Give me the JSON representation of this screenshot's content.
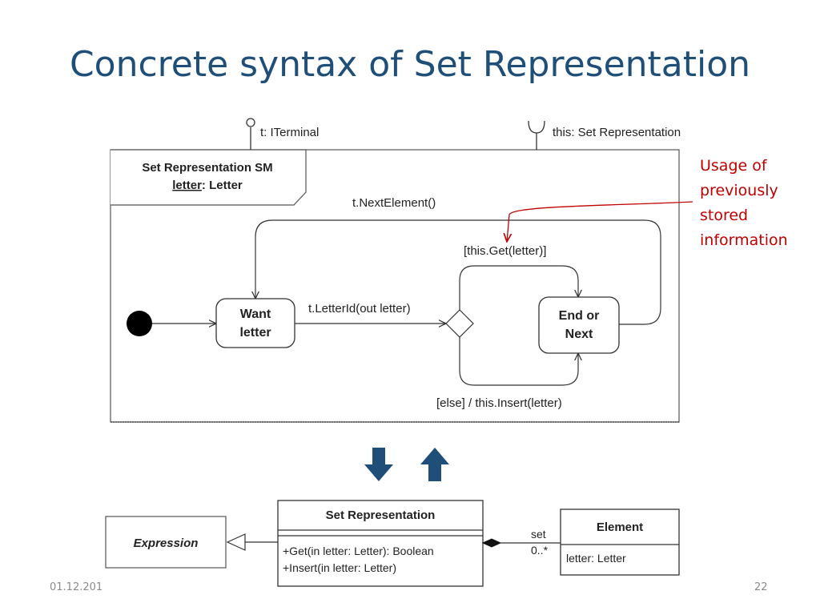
{
  "title": "Concrete syntax of Set Representation",
  "state_machine": {
    "port_terminal": "t: ITerminal",
    "port_self": "this: Set Representation",
    "name_line1": "Set Representation SM",
    "name_line2_underlined": "letter",
    "name_line2_rest": ": Letter",
    "state_want_line1": "Want",
    "state_want_line2": "letter",
    "state_end_line1": "End or",
    "state_end_line2": "Next",
    "label_next_element": "t.NextElement()",
    "label_letter_id": "t.LetterId(out letter)",
    "label_get": "[this.Get(letter)]",
    "label_else": "[else] / this.Insert(letter)"
  },
  "callout": {
    "lines": [
      "Usage of",
      "previously",
      "stored",
      "information"
    ],
    "color": "#c00000"
  },
  "arrows": {
    "down": "down-arrow",
    "up": "up-arrow",
    "color": "#1f4e79"
  },
  "class_diagram": {
    "expression": "Expression",
    "set_rep_title": "Set Representation",
    "op1": "+Get(in letter: Letter): Boolean",
    "op2": "+Insert(in letter: Letter)",
    "assoc_role": "set",
    "assoc_mult": "0..*",
    "element_title": "Element",
    "element_attr": "letter: Letter"
  },
  "footer": {
    "date": "01.12.201",
    "page": "22"
  }
}
